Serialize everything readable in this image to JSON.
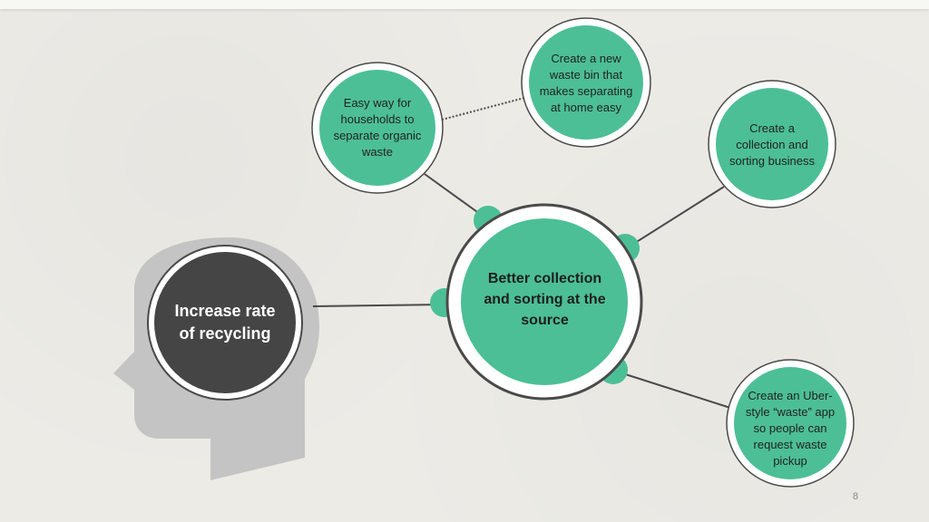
{
  "colors": {
    "accent_green": "#4cbf97",
    "dark_gray": "#454545",
    "head_gray": "#c4c4c4",
    "ring_outline": "#4a4a4a",
    "connector": "#4a4a4a"
  },
  "head": {
    "label": "Increase rate of recycling"
  },
  "center": {
    "label": "Better collection and sorting at the source"
  },
  "nodes": {
    "organic_waste": "Easy way for households to separate organic waste",
    "new_bin": "Create a new waste bin that makes separating at home easy",
    "sorting_business": "Create a collection and sorting business",
    "uber_app": "Create an Uber-style “waste” app so people can request waste pickup"
  },
  "page_number": "8"
}
